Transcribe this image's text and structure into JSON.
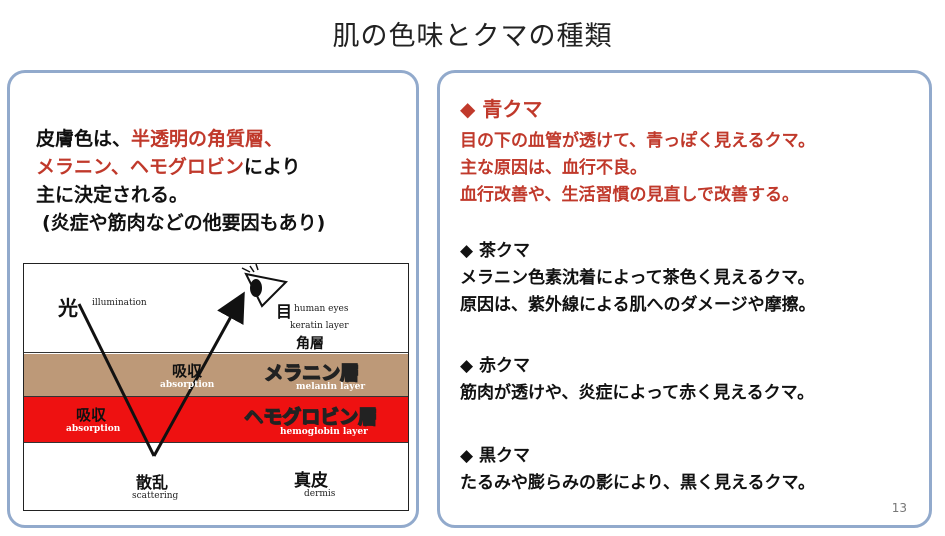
{
  "slide": {
    "title": "肌の色味とクマの種類",
    "page_number": "13"
  },
  "left": {
    "intro": {
      "line1_a": "皮膚色は、",
      "line1_b": "半透明の角質層、",
      "line2_a": "メラニン、ヘモグロビン",
      "line2_b": "により",
      "line3": "主に決定される。",
      "line4": "(炎症や筋肉などの他要因もあり)"
    },
    "diagram": {
      "light_jp": "光",
      "light_en": "illumination",
      "eye_jp": "目",
      "eye_en": "human eyes",
      "keratin_en": "keratin layer",
      "keratin_jp": "角層",
      "melanin_abs_jp": "吸収",
      "melanin_abs_en": "absorption",
      "melanin_jp": "メラニン層",
      "melanin_en": "melanin layer",
      "hemo_abs_jp": "吸収",
      "hemo_abs_en": "absorption",
      "hemo_jp": "ヘモグロビン層",
      "hemo_en": "hemoglobin layer",
      "scatter_jp": "散乱",
      "scatter_en": "scattering",
      "dermis_jp": "真皮",
      "dermis_en": "dermis"
    }
  },
  "right": {
    "blue": {
      "heading": "◆ 青クマ",
      "lines": [
        "目の下の血管が透けて、青っぽく見えるクマ。",
        "主な原因は、血行不良。",
        "血行改善や、生活習慣の見直しで改善する。"
      ]
    },
    "brown": {
      "heading": "◆ 茶クマ",
      "lines": [
        "メラニン色素沈着によって茶色く見えるクマ。",
        "原因は、紫外線による肌へのダメージや摩擦。"
      ]
    },
    "red": {
      "heading": "◆ 赤クマ",
      "lines": [
        "筋肉が透けや、炎症によって赤く見えるクマ。"
      ]
    },
    "black": {
      "heading": "◆ 黒クマ",
      "lines": [
        "たるみや膨らみの影により、黒く見えるクマ。"
      ]
    }
  },
  "colors": {
    "accent_red": "#c0392b",
    "panel_border": "#92aacc",
    "melanin": "#bd9978",
    "hemoglobin": "#ee1111"
  }
}
